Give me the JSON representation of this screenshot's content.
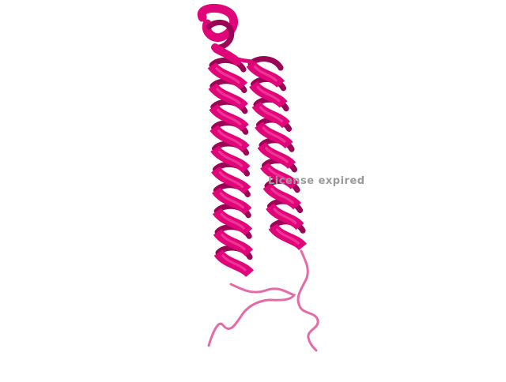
{
  "viewer": {
    "watermark_text": "License expired",
    "background_color": "#ffffff",
    "watermark_color": "#9a9a9a"
  },
  "structure": {
    "representation": "cartoon",
    "secondary_structure": [
      "alpha-helix",
      "alpha-helix",
      "loop"
    ],
    "colors": {
      "helix_front": "#e0067a",
      "helix_back": "#9c0455",
      "helix_highlight": "#f5479f",
      "loop": "#e56aa6"
    }
  }
}
